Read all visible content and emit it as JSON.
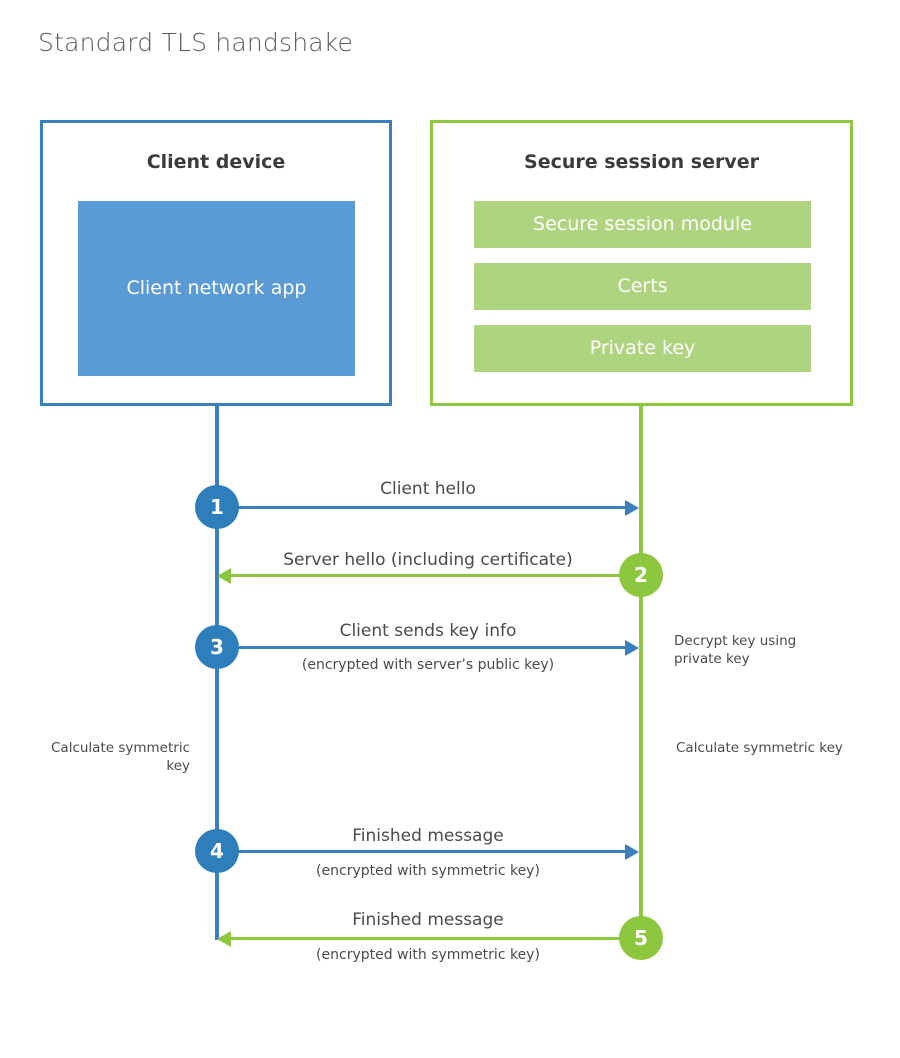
{
  "page": {
    "title": "Standard TLS handshake",
    "background": "#ffffff"
  },
  "colors": {
    "client_blue": "#3a7fbf",
    "client_fill": "#5b9bd5",
    "client_circle": "#2e7ebb",
    "server_green": "#8dc63f",
    "server_fill": "#aed47f",
    "title_gray": "#58585a",
    "text_gray": "#4a4a4c"
  },
  "entities": {
    "client": {
      "title": "Client device",
      "blocks": [
        {
          "label": "Client network app"
        }
      ]
    },
    "server": {
      "title": "Secure session server",
      "blocks": [
        {
          "label": "Secure session module"
        },
        {
          "label": "Certs"
        },
        {
          "label": "Private key"
        }
      ]
    }
  },
  "steps": [
    {
      "number": "1",
      "direction": "client-to-server",
      "label": "Client hello",
      "sublabel": ""
    },
    {
      "number": "2",
      "direction": "server-to-client",
      "label": "Server hello (including certificate)",
      "sublabel": ""
    },
    {
      "number": "3",
      "direction": "client-to-server",
      "label": "Client sends key info",
      "sublabel": "(encrypted with server’s public key)"
    },
    {
      "number": "4",
      "direction": "client-to-server",
      "label": "Finished message",
      "sublabel": "(encrypted with symmetric key)"
    },
    {
      "number": "5",
      "direction": "server-to-client",
      "label": "Finished message",
      "sublabel": "(encrypted with symmetric key)"
    }
  ],
  "notes": {
    "decrypt_key": "Decrypt key using private key",
    "client_calculate": "Calculate symmetric key",
    "server_calculate": "Calculate symmetric key"
  }
}
